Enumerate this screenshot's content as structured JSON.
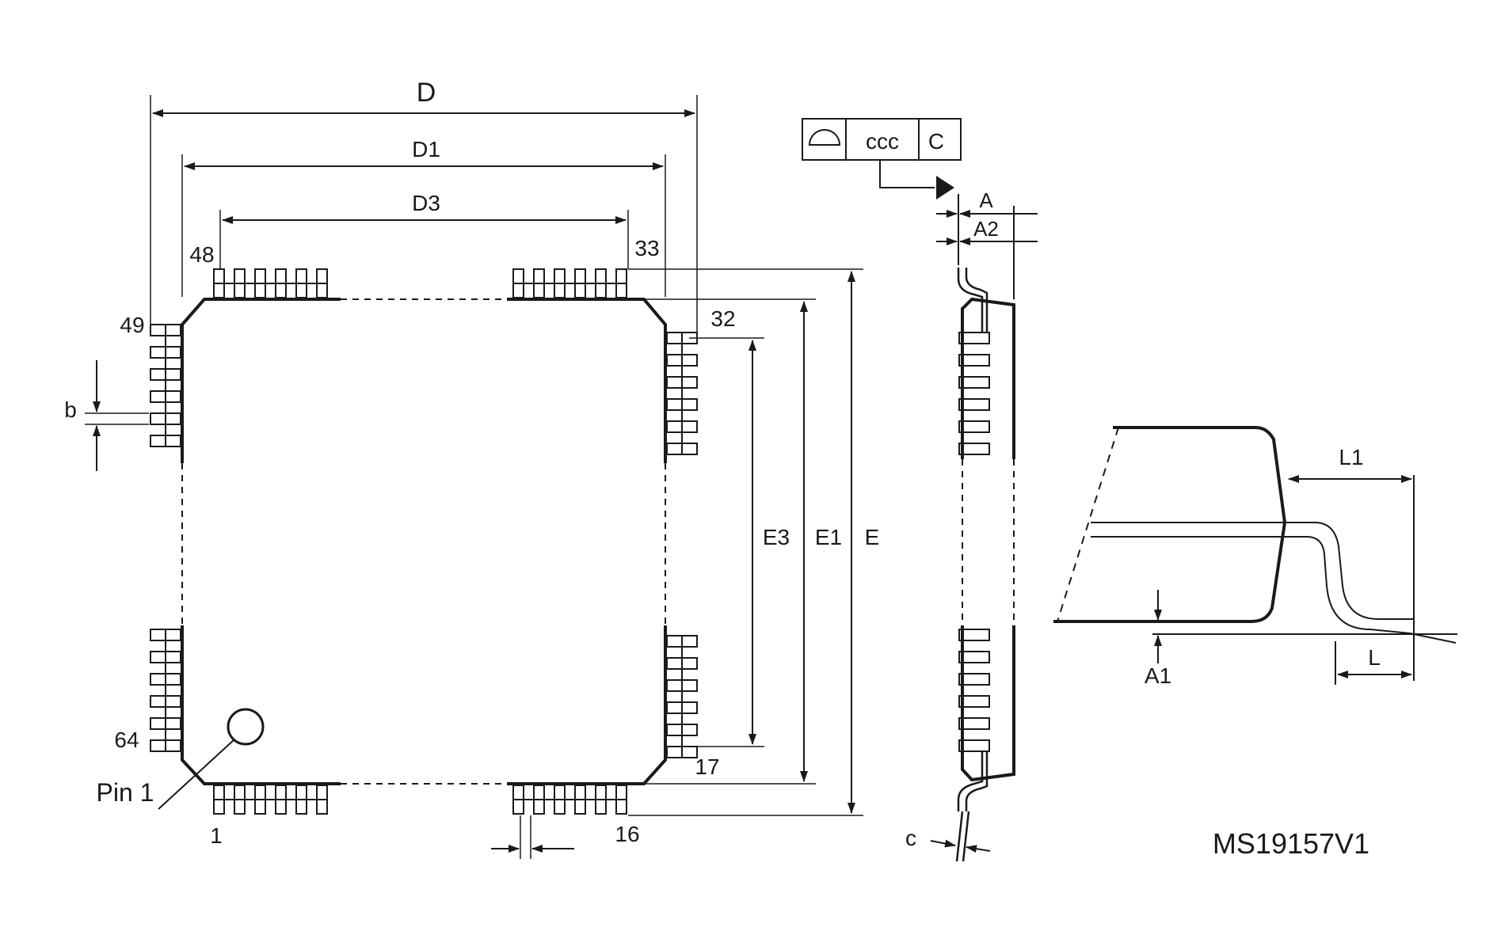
{
  "dimensions": {
    "d": "D",
    "d1": "D1",
    "d3": "D3",
    "e": "E",
    "e1": "E1",
    "e3": "E3",
    "b": "b",
    "a": "A",
    "a2": "A2",
    "a1": "A1",
    "c": "c",
    "l": "L",
    "l1": "L1"
  },
  "pins": {
    "p1": "1",
    "p16": "16",
    "p17": "17",
    "p32": "32",
    "p33": "33",
    "p48": "48",
    "p49": "49",
    "p64": "64",
    "pin1_label": "Pin 1"
  },
  "tolerance": {
    "value": "ccc",
    "datum": "C"
  },
  "drawing_code": "MS19157V1"
}
